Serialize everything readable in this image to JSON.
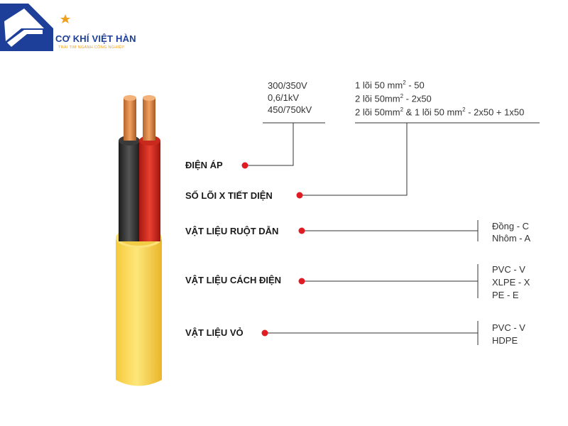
{
  "brand": {
    "name": "CƠ KHÍ VIỆT HÀN",
    "slogan": "TRÁI TIM NGÀNH CÔNG NGHIỆP",
    "colors": {
      "blue": "#1d3f9a",
      "orange": "#f0a020"
    }
  },
  "diagram": {
    "accent_dot_color": "#e01b24",
    "sheath_color": "#f7d64a",
    "core_colors": [
      "#2b2b2b",
      "#d42a20"
    ],
    "conductor_color": "#c87833",
    "labels": {
      "voltage": "ĐIỆN ÁP",
      "cores": "SỐ LÕI X TIẾT DIỆN",
      "conductor": "VẬT LIỆU RUỘT DẪN",
      "insulation": "VẬT LIỆU CÁCH ĐIỆN",
      "sheath": "VẬT LIỆU VỎ"
    },
    "voltage_options": [
      "300/350V",
      "0,6/1kV",
      "450/750kV"
    ],
    "core_options": [
      {
        "a": "1 lõi 50 mm",
        "sup": "2",
        "b": " - 50",
        "sup2": "",
        "c": ""
      },
      {
        "a": "2 lõi 50mm",
        "sup": "2",
        "b": "  - 2x50",
        "sup2": "",
        "c": ""
      },
      {
        "a": "2 lõi 50mm",
        "sup": "2",
        "b": " & 1 lõi 50 mm",
        "sup2": "2",
        "c": "  - 2x50 + 1x50"
      }
    ],
    "conductor_options": [
      "Đồng - C",
      "Nhôm - A"
    ],
    "insulation_options": [
      "PVC - V",
      "XLPE - X",
      "PE - E"
    ],
    "sheath_options": [
      "PVC - V",
      "HDPE"
    ]
  }
}
